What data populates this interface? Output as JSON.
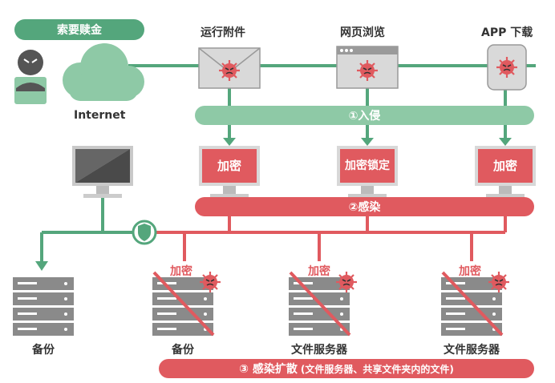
{
  "colors": {
    "green": "#54a67c",
    "green_light": "#8ec9a6",
    "red": "#e05a5f",
    "gray_dark": "#777777",
    "gray": "#a9a9a9",
    "gray_light": "#dddddd"
  },
  "top": {
    "ransom_label": "索要赎金",
    "internet_label": "Internet",
    "attack_vectors": [
      "运行附件",
      "网页浏览",
      "APP 下载"
    ]
  },
  "stages": {
    "intrusion": "①入侵",
    "infection": "②感染",
    "spread": "③ 感染扩散",
    "spread_note": "(文件服务器、共享文件夹内的文件)"
  },
  "monitors": [
    "加密",
    "加密锁定",
    "加密"
  ],
  "servers": {
    "encrypted_label": "加密",
    "captions": [
      "备份",
      "备份",
      "文件服务器",
      "文件服务器"
    ]
  },
  "icons": [
    "hacker-icon",
    "cloud-icon",
    "envelope-icon",
    "browser-icon",
    "app-icon",
    "virus-icon",
    "monitor-icon",
    "shield-icon",
    "server-icon"
  ]
}
